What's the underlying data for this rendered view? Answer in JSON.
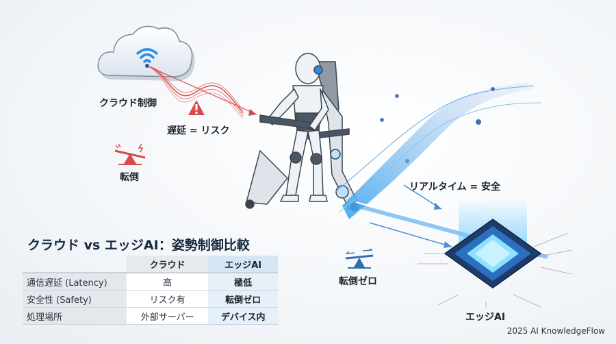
{
  "diagram": {
    "cloud_side": {
      "label": "クラウド制御",
      "latency_warning": "遅延 = リスク",
      "fall_label": "転倒",
      "accent_color": "#d94a4a"
    },
    "edge_side": {
      "realtime_label": "リアルタイム = 安全",
      "no_fall_label": "転倒ゼロ",
      "chip_label": "エッジAI",
      "accent_color": "#3a8fd8"
    },
    "center": {
      "subject": "robot-on-support-chair"
    }
  },
  "comparison": {
    "title": "クラウド vs エッジAI：姿勢制御比較",
    "columns": [
      "",
      "クラウド",
      "エッジAI"
    ],
    "rows": [
      {
        "label": "通信遅延 (Latency)",
        "cloud": "高",
        "edge": "極低"
      },
      {
        "label": "安全性 (Safety)",
        "cloud": "リスク有",
        "edge": "転倒ゼロ"
      },
      {
        "label": "処理場所",
        "cloud": "外部サーバー",
        "edge": "デバイス内"
      }
    ]
  },
  "footer": {
    "credit": "2025 AI KnowledgeFlow"
  }
}
